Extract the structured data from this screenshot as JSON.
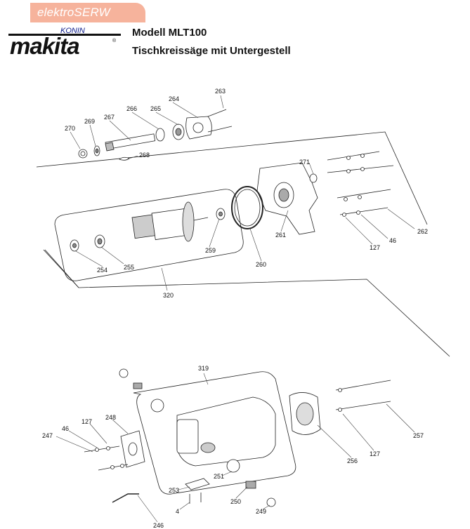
{
  "header": {
    "badge": "elektroSERW",
    "konin": "KONIN",
    "logo": "makita",
    "registered": "®",
    "model_line": "Modell MLT100",
    "subtitle": "Tischkreissäge mit Untergestell"
  },
  "parts": [
    {
      "id": "lbl-263",
      "text": "263"
    },
    {
      "id": "lbl-264",
      "text": "264"
    },
    {
      "id": "lbl-265",
      "text": "265"
    },
    {
      "id": "lbl-266",
      "text": "266"
    },
    {
      "id": "lbl-267",
      "text": "267"
    },
    {
      "id": "lbl-269",
      "text": "269"
    },
    {
      "id": "lbl-270",
      "text": "270"
    },
    {
      "id": "lbl-268",
      "text": "268"
    },
    {
      "id": "lbl-271",
      "text": "271"
    },
    {
      "id": "lbl-262",
      "text": "262"
    },
    {
      "id": "lbl-46a",
      "text": "46"
    },
    {
      "id": "lbl-127a",
      "text": "127"
    },
    {
      "id": "lbl-261",
      "text": "261"
    },
    {
      "id": "lbl-260",
      "text": "260"
    },
    {
      "id": "lbl-259",
      "text": "259"
    },
    {
      "id": "lbl-254",
      "text": "254"
    },
    {
      "id": "lbl-255",
      "text": "255"
    },
    {
      "id": "lbl-320",
      "text": "320"
    },
    {
      "id": "lbl-319",
      "text": "319"
    },
    {
      "id": "lbl-247",
      "text": "247"
    },
    {
      "id": "lbl-46b",
      "text": "46"
    },
    {
      "id": "lbl-127b",
      "text": "127"
    },
    {
      "id": "lbl-248",
      "text": "248"
    },
    {
      "id": "lbl-257",
      "text": "257"
    },
    {
      "id": "lbl-127c",
      "text": "127"
    },
    {
      "id": "lbl-256",
      "text": "256"
    },
    {
      "id": "lbl-251",
      "text": "251"
    },
    {
      "id": "lbl-253",
      "text": "253"
    },
    {
      "id": "lbl-250",
      "text": "250"
    },
    {
      "id": "lbl-4",
      "text": "4"
    },
    {
      "id": "lbl-249",
      "text": "249"
    },
    {
      "id": "lbl-246",
      "text": "246"
    }
  ]
}
